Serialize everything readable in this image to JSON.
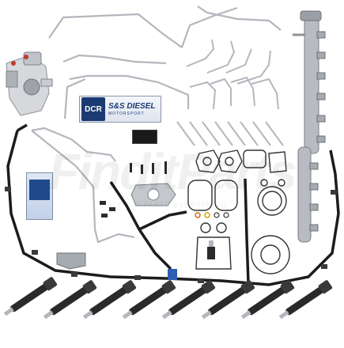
{
  "brand_sign": {
    "logo_text": "DCR",
    "name": "S&S DIESEL",
    "tagline": "MOTORSPORT"
  },
  "watermark": {
    "main": "FinditParts",
    "sub": "YOUR PARTS EVERYTHING"
  },
  "colors": {
    "metal": "#b9bcc2",
    "hose": "#1c1c1c",
    "injector": "#2a2a2a",
    "brand_blue": "#1b3a73"
  },
  "parts": {
    "pump": "high-pressure-fuel-pump",
    "rails": [
      "fuel-rail-long",
      "fuel-rail-short"
    ],
    "injector_count": 8,
    "lines": "fuel-injector-lines",
    "seals": "gaskets-and-o-rings",
    "return_hose": "fuel-return-harness"
  }
}
